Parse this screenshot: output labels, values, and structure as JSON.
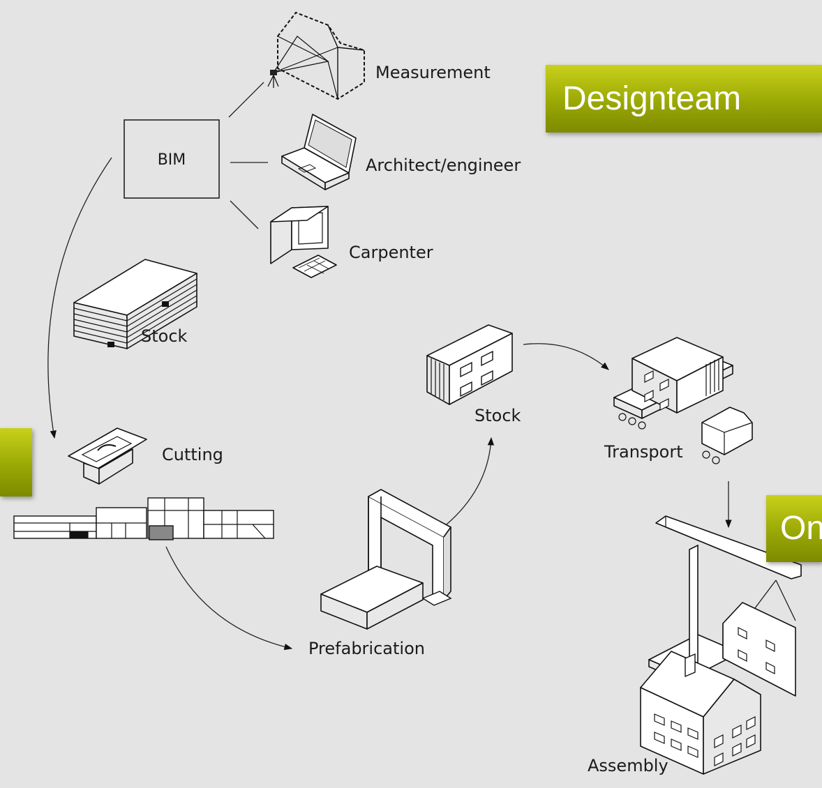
{
  "labels": {
    "bim": "BIM",
    "measurement": "Measurement",
    "architect": "Architect/engineer",
    "carpenter": "Carpenter",
    "stock_left": "Stock",
    "cutting": "Cutting",
    "prefabrication": "Prefabrication",
    "stock_right": "Stock",
    "transport": "Transport",
    "assembly": "Assembly"
  },
  "banners": {
    "designteam": "Designteam",
    "left": "",
    "right": "On"
  },
  "colors": {
    "background": "#e4e4e4",
    "banner_top": "#c8d11a",
    "banner_bottom": "#7d8a00",
    "ink": "#111111"
  }
}
